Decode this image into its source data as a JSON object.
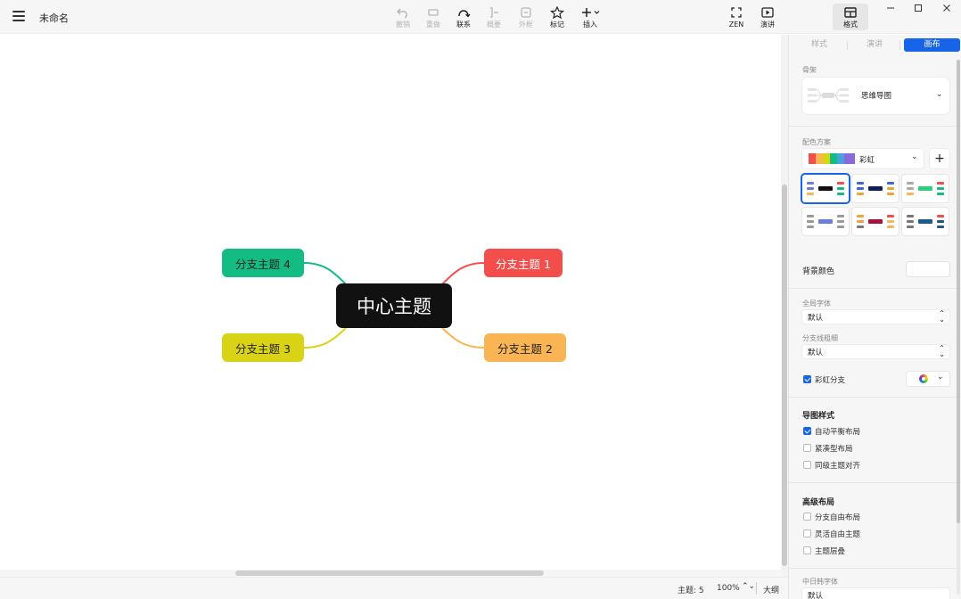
{
  "app": {
    "doc_title": "未命名"
  },
  "toolbar": {
    "undo": "撤销",
    "redo": "重做",
    "link": "联系",
    "summary": "概要",
    "outer_frame": "外框",
    "mark": "标记",
    "insert": "插入",
    "zen": "ZEN",
    "present": "演讲",
    "layout": "格式"
  },
  "canvas": {
    "central_topic": "中心主题",
    "branches": [
      {
        "label": "分支主题 1",
        "color": "#f34d4c"
      },
      {
        "label": "分支主题 2",
        "color": "#f9b554"
      },
      {
        "label": "分支主题 3",
        "color": "#d9d316"
      },
      {
        "label": "分支主题 4",
        "color": "#13bc82"
      }
    ]
  },
  "status": {
    "topic_count": "主题: 5",
    "zoom": "100%",
    "outline": "大纲"
  },
  "panel": {
    "tabs": [
      "样式",
      "演讲",
      "画布"
    ],
    "active_tab_index": 2,
    "structure_label": "骨架",
    "structure_value": "思维导图",
    "color_scheme_label": "配色方案",
    "color_scheme_value": "彩虹",
    "background_label": "背景颜色",
    "global_font_label": "全局字体",
    "global_font_value": "默认",
    "branch_width_label": "分支线粗细",
    "branch_width_value": "默认",
    "rainbow_branch_label": "彩虹分支",
    "map_style_label": "导图样式",
    "options": [
      {
        "label": "自动平衡布局",
        "checked": true
      },
      {
        "label": "紧凑型布局",
        "checked": false
      },
      {
        "label": "同级主题对齐",
        "checked": false
      }
    ],
    "advanced_layout_label": "高级布局",
    "advanced_options": [
      {
        "label": "分支自由布局",
        "checked": false
      },
      {
        "label": "灵活自由主题",
        "checked": false
      },
      {
        "label": "主题层叠",
        "checked": false
      }
    ],
    "cjk_font_label": "中日韩字体",
    "cjk_font_value": "默认",
    "accent_color": "#1764e8"
  }
}
